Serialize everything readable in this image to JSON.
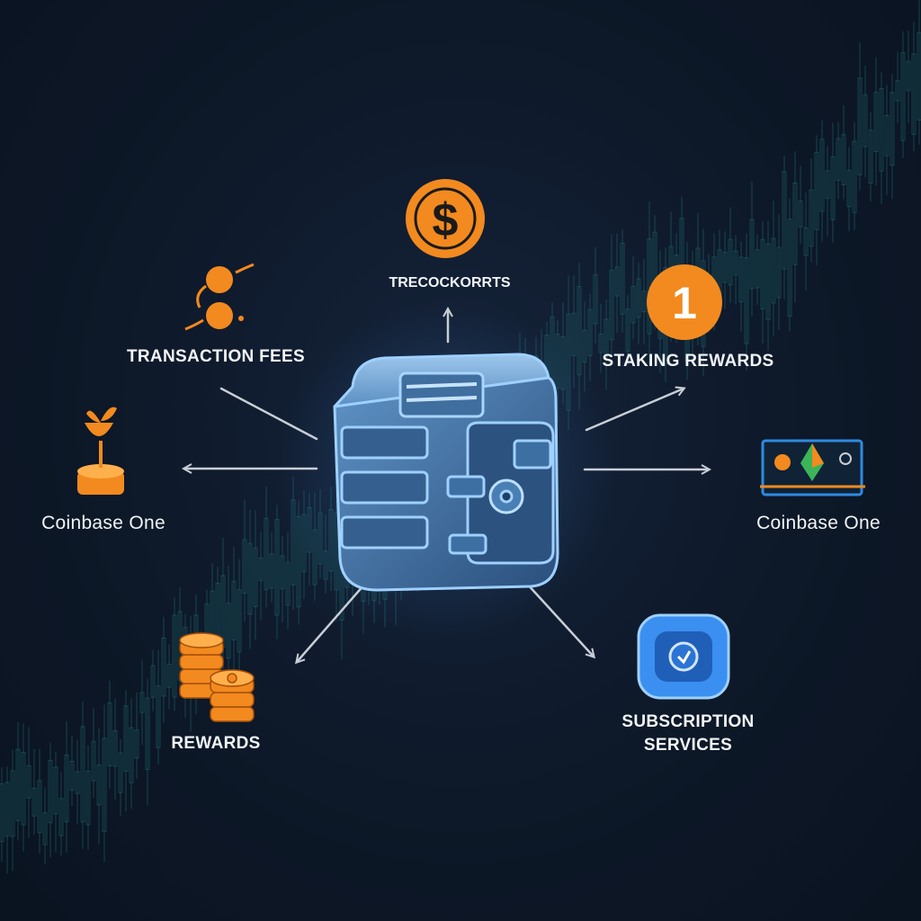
{
  "diagram": {
    "center_icon": "vault-icon",
    "nodes": [
      {
        "id": "top",
        "label": "TRECOCKORRTS",
        "icon": "dollar-coin-icon",
        "color": "#f28a1f"
      },
      {
        "id": "transaction-fees",
        "label": "TRANSACTION FEES",
        "icon": "coin-exchange-icon",
        "color": "#f28a1f"
      },
      {
        "id": "staking-rewards",
        "label": "STAKING REWARDS",
        "icon": "number-one-badge-icon",
        "badge": "1",
        "color": "#f28a1f"
      },
      {
        "id": "coinbase-one-left",
        "label": "Coinbase One",
        "icon": "sprout-coin-icon",
        "color": "#f28a1f"
      },
      {
        "id": "coinbase-one-right",
        "label": "Coinbase One",
        "icon": "card-screen-icon",
        "color": "#2f8be0"
      },
      {
        "id": "rewards",
        "label": "REWARDS",
        "icon": "coin-stack-icon",
        "color": "#f28a1f"
      },
      {
        "id": "subscription-services",
        "label_lines": [
          "SUBSCRIPTION",
          "SERVICES"
        ],
        "icon": "subscription-app-icon",
        "color": "#3a8ff0"
      }
    ]
  },
  "colors": {
    "background": "#0d1828",
    "candles": "#1f6a6e",
    "arrows": "#c8ced6",
    "label_text": "#f2f5f8",
    "accent_orange": "#f28a1f",
    "vault_blue": "#4a82b8"
  }
}
